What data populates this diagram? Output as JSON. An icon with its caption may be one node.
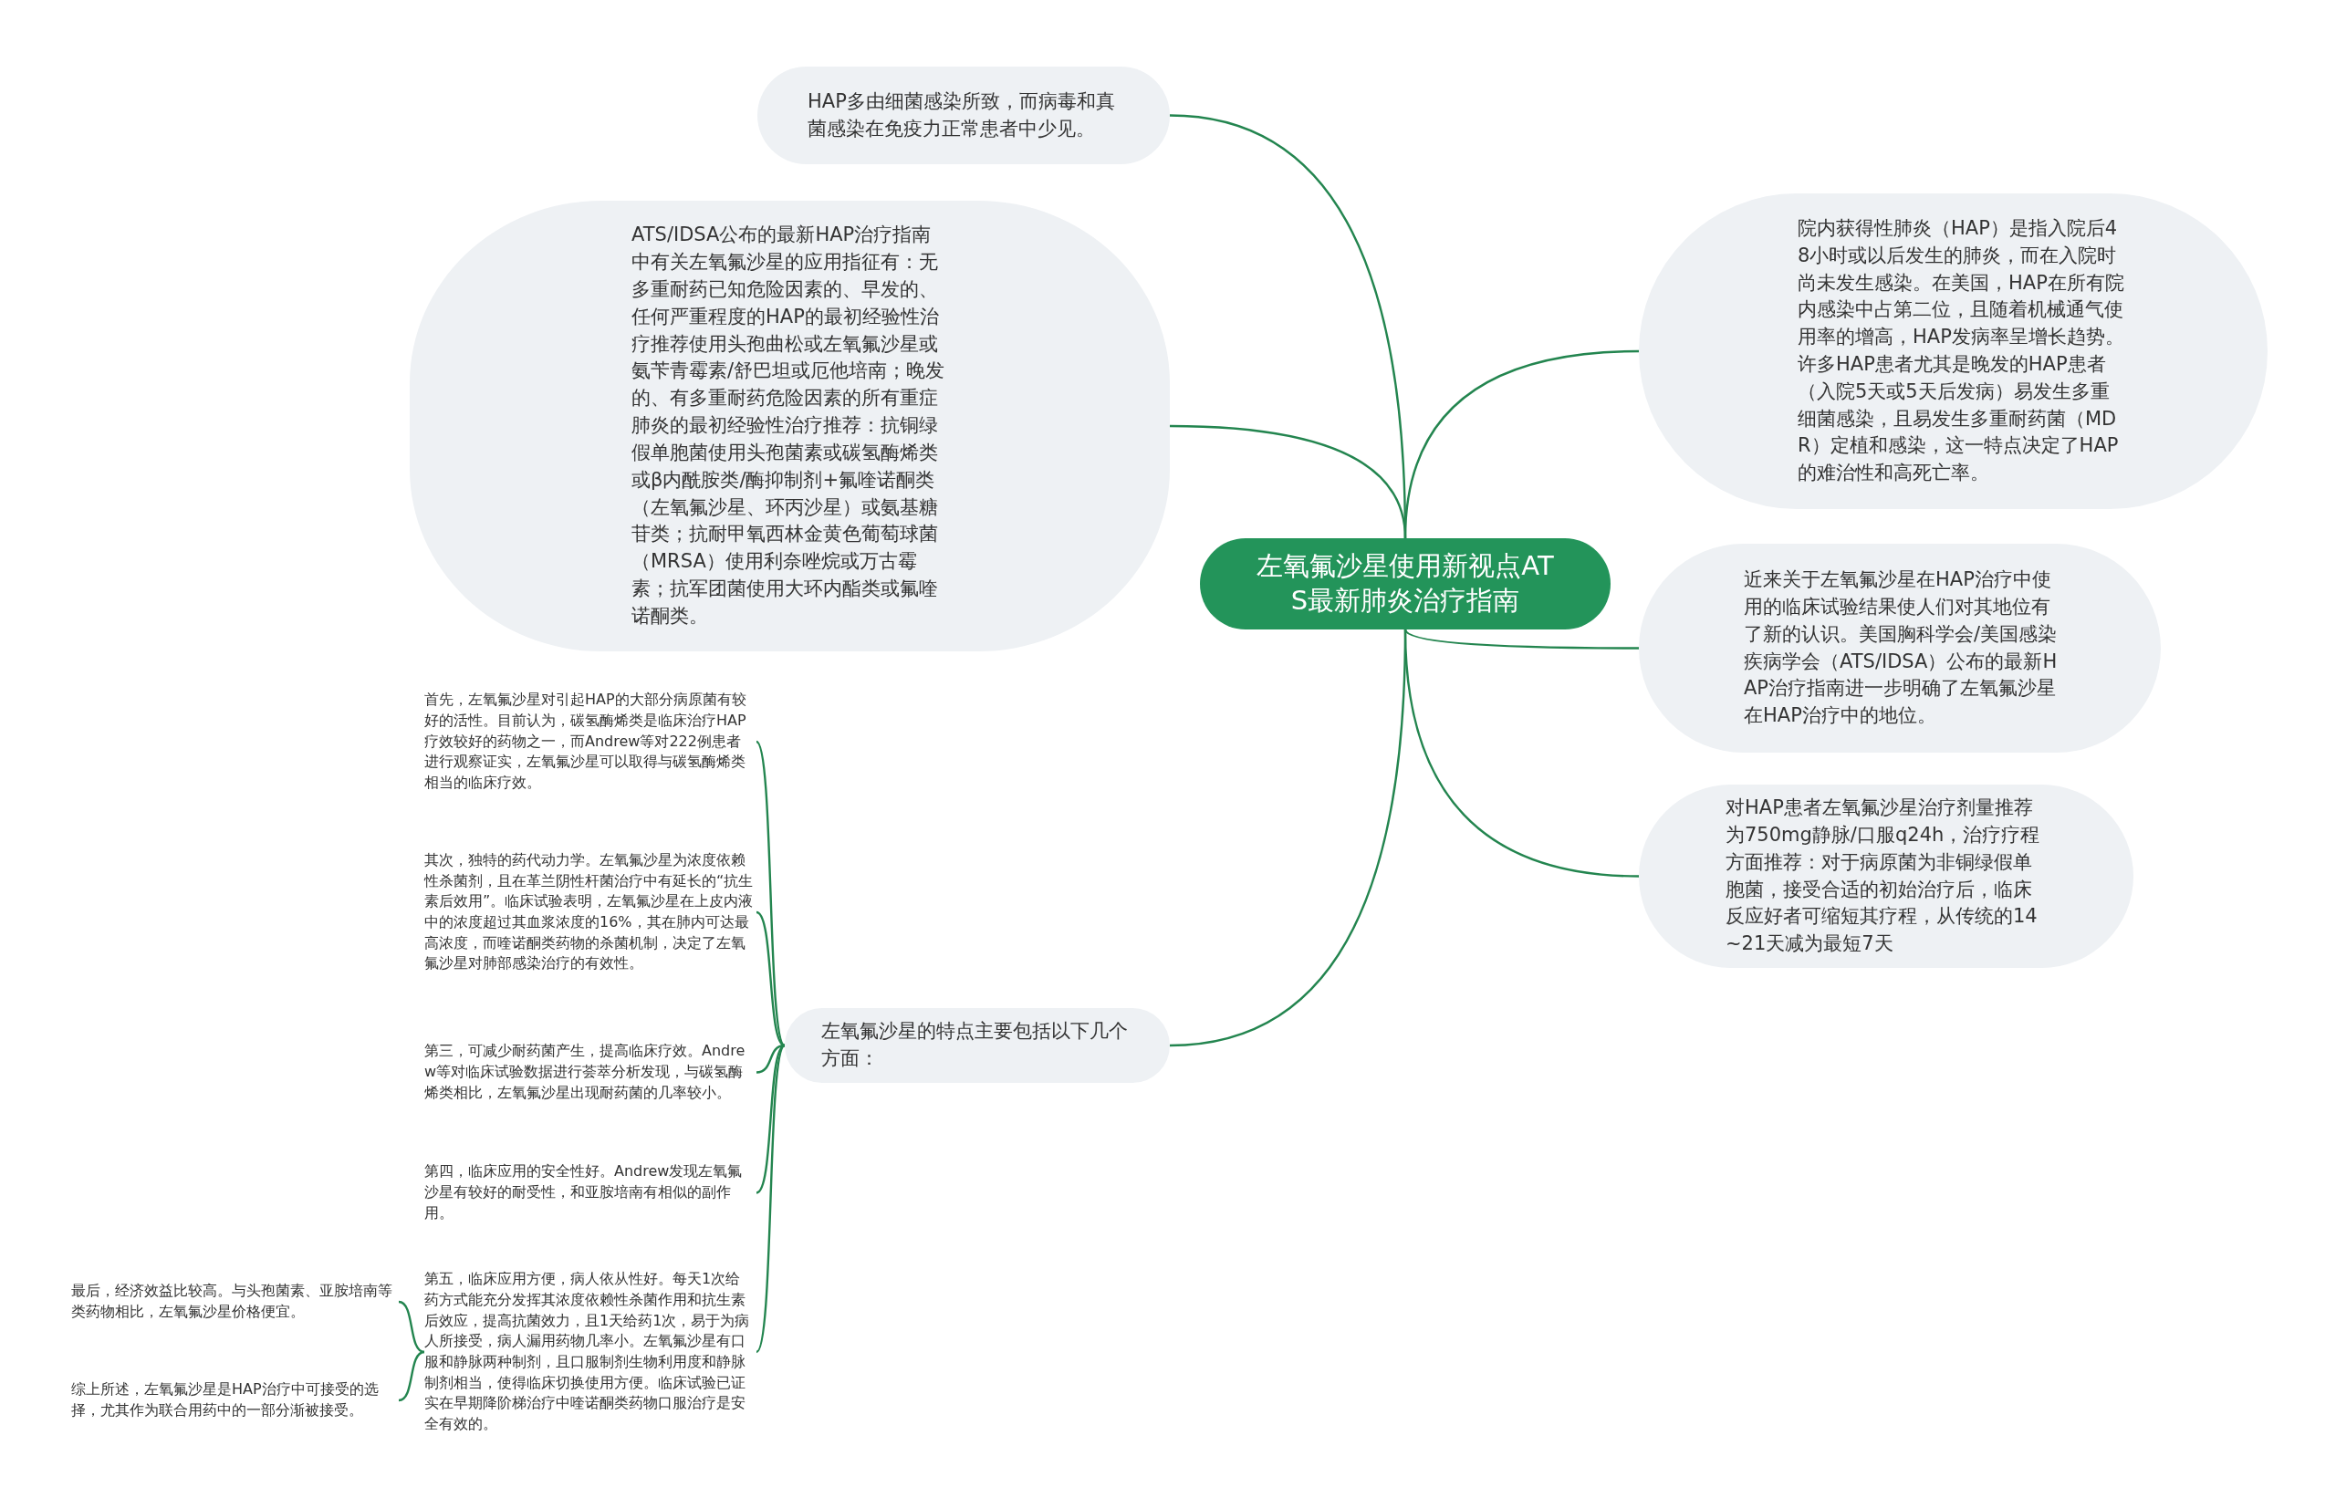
{
  "diagram": {
    "nodes": [
      {
        "text": [
          "左氧氟沙星使用新视点ATS最新肺炎治疗指南"
        ]
      },
      {
        "text": [
          "HAP多由细菌感染所致，而病毒和真菌感染在免疫力正常患者中少见。"
        ]
      },
      {
        "text": [
          "ATS/IDSA公布的最新HAP治疗指南中有关左氧氟沙星的应用指征有：无多重耐药已知危险因素的、早发的、任何严重程度的HAP的最初经验性治疗推荐使用头孢曲松或左氧氟沙星或氨苄青霉素/舒巴坦或厄他培南；晚发的、有多重耐药危险因素的所有重症肺炎的最初经验性治疗推荐：抗铜绿假单胞菌使用头孢菌素或碳氢酶烯类或β内酰胺类/酶抑制剂+氟喹诺酮类（左氧氟沙星、环丙沙星）或氨基糖苷类；抗耐甲氧西林金黄色葡萄球菌（MRSA）使用利奈唑烷或万古霉素；抗军团菌使用大环内酯类或氟喹诺酮类。"
        ]
      },
      {
        "text": [
          "院内获得性肺炎（HAP）是指入院后48小时或以后发生的肺炎，而在入院时尚未发生感染。在美国，HAP在所有院内感染中占第二位，且随着机械通气使用率的增高，HAP发病率呈增长趋势。许多HAP患者尤其是晚发的HAP患者（入院5天或5天后发病）易发生多重细菌感染，且易发生多重耐药菌（MDR）定植和感染，这一特点决定了HAP的难治性和高死亡率。"
        ]
      },
      {
        "text": [
          "近来关于左氧氟沙星在HAP治疗中使用的临床试验结果使人们对其地位有了新的认识。美国胸科学会/美国感染疾病学会（ATS/IDSA）公布的最新HAP治疗指南进一步明确了左氧氟沙星在HAP治疗中的地位。"
        ]
      },
      {
        "text": [
          "对HAP患者左氧氟沙星治疗剂量推荐为750mg静脉/口服q24h，治疗疗程方面推荐：对于病原菌为非铜绿假单胞菌，接受合适的初始治疗后，临床反应好者可缩短其疗程，从传统的14~21天减为最短7天"
        ]
      },
      {
        "text": [
          "左氧氟沙星的特点主要包括以下几个方面："
        ]
      },
      {
        "text": [
          "首先，左氧氟沙星对引起HAP的大部分病原菌有较好的活性。目前认为，碳氢酶烯类是临床治疗HAP疗效较好的药物之一，而Andrew等对222例患者进行观察证实，左氧氟沙星可以取得与碳氢酶烯类相当的临床疗效。"
        ]
      },
      {
        "text": [
          "其次，独特的药代动力学。左氧氟沙星为浓度依赖性杀菌剂，且在革兰阴性杆菌治疗中有延长的“抗生素后效用”。临床试验表明，左氧氟沙星在上皮内液中的浓度超过其血浆浓度的16%，其在肺内可达最高浓度，而喹诺酮类药物的杀菌机制，决定了左氧氟沙星对肺部感染治疗的有效性。"
        ]
      },
      {
        "text": [
          "第三，可减少耐药菌产生，提高临床疗效。Andrew等对临床试验数据进行荟萃分析发现，与碳氢酶烯类相比，左氧氟沙星出现耐药菌的几率较小。"
        ]
      },
      {
        "text": [
          "第四，临床应用的安全性好。Andrew发现左氧氟沙星有较好的耐受性，和亚胺培南有相似的副作用。"
        ]
      },
      {
        "text": [
          "第五，临床应用方便，病人依从性好。每天1次给药方式能充分发挥其浓度依赖性杀菌作用和抗生素后效应，提高抗菌效力，且1天给药1次，易于为病人所接受，病人漏用药物几率小。左氧氟沙星有口服和静脉两种制剂，且口服制剂生物利用度和静脉制剂相当，使得临床切换使用方便。临床试验已证实在早期降阶梯治疗中喹诺酮类药物口服治疗是安全有效的。"
        ]
      },
      {
        "text": [
          "最后，经济效益比较高。与头孢菌素、亚胺培南等类药物相比，左氧氟沙星价格便宜。"
        ]
      },
      {
        "text": [
          "综上所述，左氧氟沙星是HAP治疗中可接受的选择，尤其作为联合用药中的一部分渐被接受。"
        ]
      }
    ],
    "edges": [
      {
        "from": 0,
        "to": 1,
        "arrow": "none"
      },
      {
        "from": 0,
        "to": 2,
        "arrow": "none"
      },
      {
        "from": 0,
        "to": 3,
        "arrow": "none"
      },
      {
        "from": 0,
        "to": 4,
        "arrow": "none"
      },
      {
        "from": 0,
        "to": 5,
        "arrow": "none"
      },
      {
        "from": 0,
        "to": 6,
        "arrow": "none"
      },
      {
        "from": 6,
        "to": 7,
        "arrow": "none"
      },
      {
        "from": 6,
        "to": 8,
        "arrow": "none"
      },
      {
        "from": 6,
        "to": 9,
        "arrow": "none"
      },
      {
        "from": 6,
        "to": 10,
        "arrow": "none"
      },
      {
        "from": 6,
        "to": 11,
        "arrow": "none"
      },
      {
        "from": 11,
        "to": 12,
        "arrow": "none"
      },
      {
        "from": 11,
        "to": 13,
        "arrow": "none"
      }
    ]
  }
}
